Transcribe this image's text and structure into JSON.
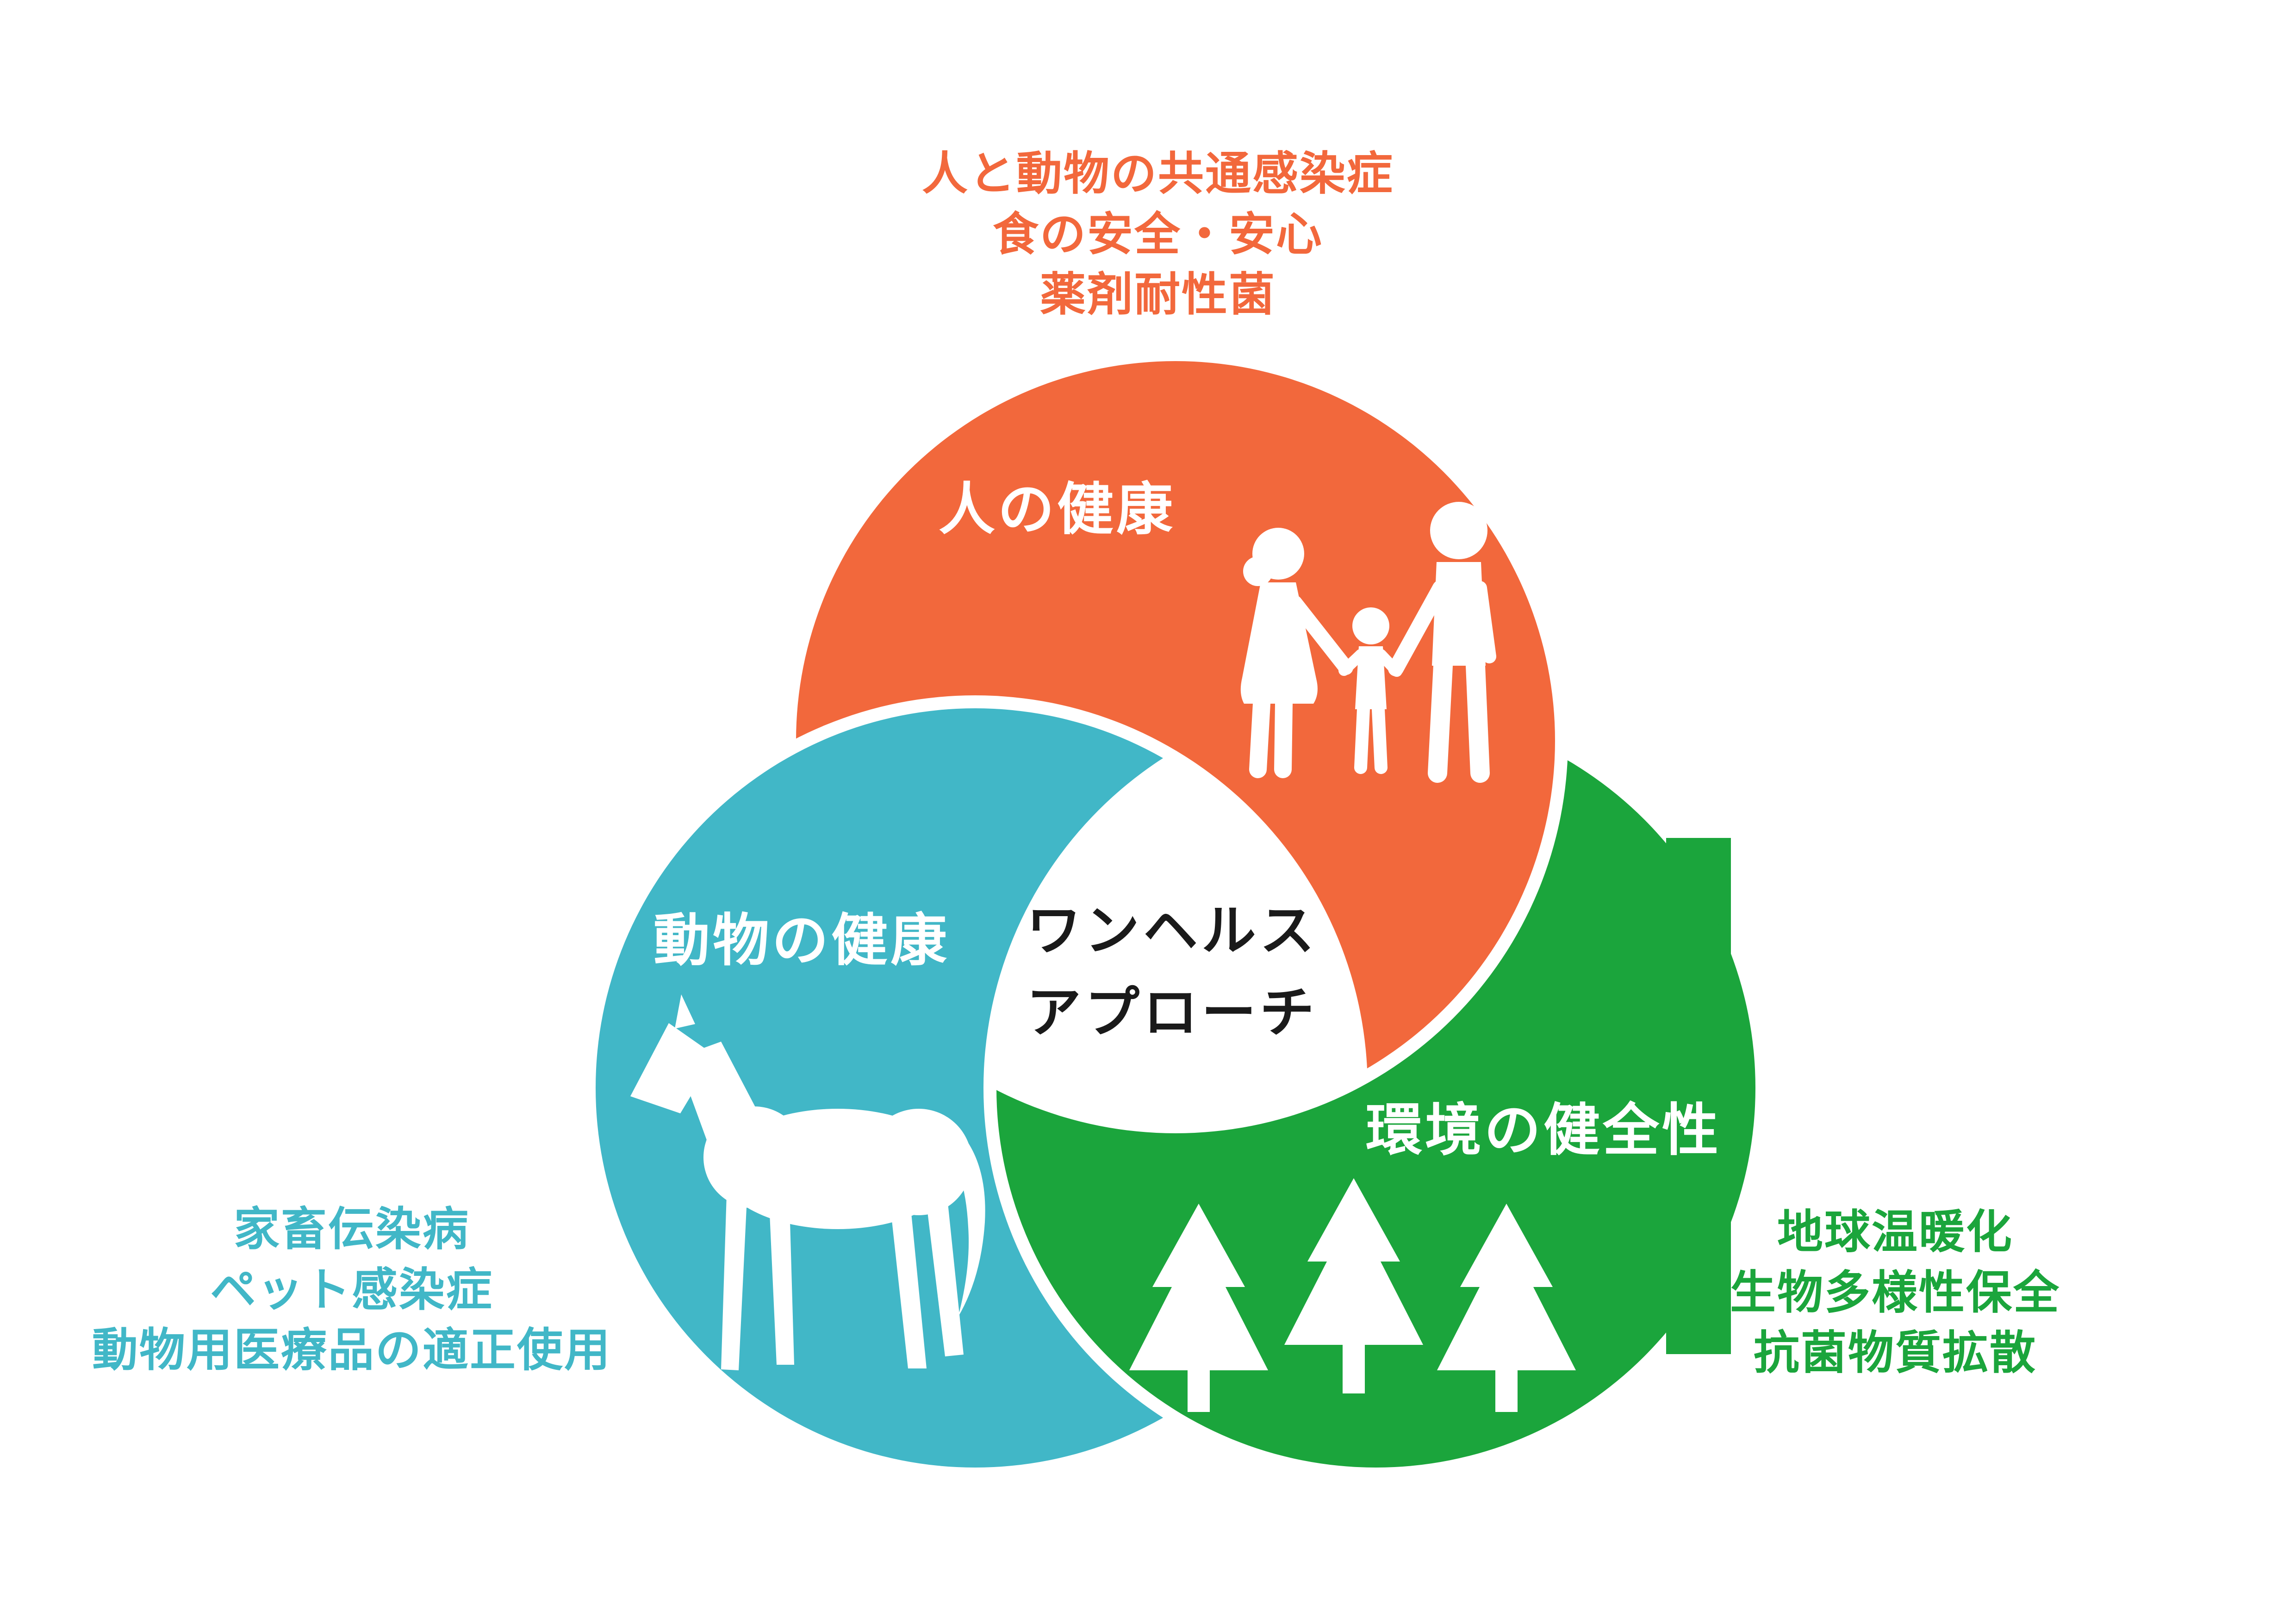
{
  "colors": {
    "human": "#F2683C",
    "animal": "#41B7C7",
    "environment": "#1BA53C",
    "text": "#1A1A1A"
  },
  "center": {
    "line1": "ワンヘルス",
    "line2": "アプローチ"
  },
  "circles": {
    "human": {
      "label": "人の健康",
      "icon": "family-icon",
      "topics": [
        "人と動物の共通感染症",
        "食の安全・安心",
        "薬剤耐性菌"
      ]
    },
    "animal": {
      "label": "動物の健康",
      "icon": "horse-icon",
      "topics": [
        "家畜伝染病",
        "ペット感染症",
        "動物用医療品の適正使用"
      ]
    },
    "environment": {
      "label": "環境の健全性",
      "icon": "trees-icon",
      "topics": [
        "地球温暖化",
        "生物多様性保全",
        "抗菌物質拡散"
      ]
    }
  }
}
